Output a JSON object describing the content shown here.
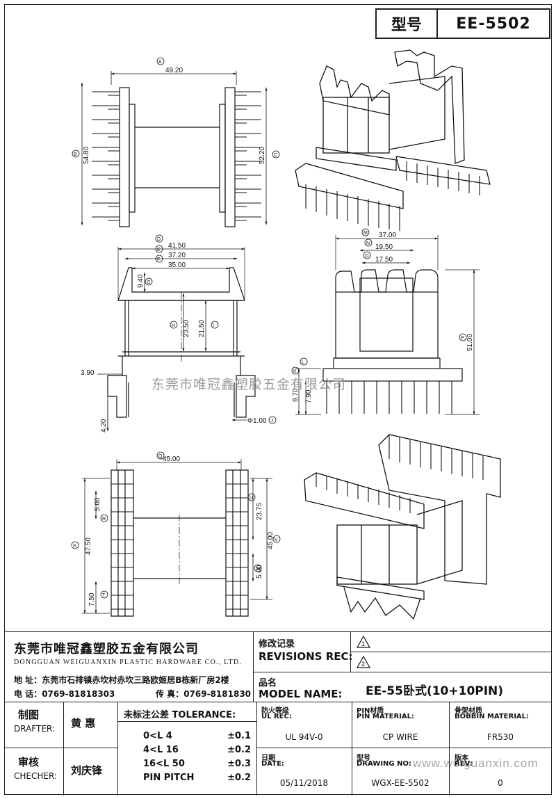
{
  "header": {
    "model_label": "型号",
    "model_value": "EE-5502"
  },
  "dims": {
    "top_left": {
      "A": "A",
      "a_val": "49.20",
      "B": "B",
      "b_val": "54.80",
      "C": "C",
      "c_val": "52.20"
    },
    "front": {
      "D": "D",
      "d_val": "41.50",
      "E": "E",
      "e_val": "37.20",
      "F": "F",
      "f_val": "35.00",
      "G": "G",
      "g_val": "9.40",
      "H": "H",
      "h_val": "23.50",
      "I": "I",
      "i_val": "21.50",
      "left_val": "3.90",
      "bottom_val": "4.20",
      "J": "J",
      "j_val": "Φ1.00"
    },
    "side": {
      "M": "M",
      "m_val": "37.00",
      "N": "N",
      "n_val": "19.50",
      "O": "O",
      "o_val": "17.50",
      "P": "P",
      "p_val": "51.00",
      "K": "K",
      "k_val": "9.70",
      "L": "L",
      "l_val": "7.90"
    },
    "bottom": {
      "Q": "Q",
      "q_val": "45.00",
      "R": "R",
      "r_val": "5.00",
      "S": "S",
      "s_val": "47.50",
      "T": "T",
      "t_val": "7.50",
      "U": "U",
      "u_val": "23.75",
      "V": "V",
      "v_val": "45.00",
      "W": "W",
      "w_val": "5.00"
    }
  },
  "watermark": {
    "cn": "东莞市唯冠鑫塑胶五金有限公司",
    "url": "www.weiguanxin.com"
  },
  "company": {
    "name_cn": "东莞市唯冠鑫塑胶五金有限公司",
    "name_en": "DONGGUAN WEIGUANXIN PLASTIC HARDWARE CO., LTD.",
    "address_label": "地  址：",
    "address": "东莞市石排镇赤坎村赤坎三路欧姬居B栋新厂房2楼",
    "tel_label": "电  话：",
    "tel": "0769-81818303",
    "fax_label": "传  真：",
    "fax": "0769-8181830"
  },
  "revisions": {
    "label_cn": "修改记录",
    "label_en": "REVISIONS REC:",
    "mark1": "1",
    "mark2": "2"
  },
  "model": {
    "label_cn": "品名",
    "label_en": "MODEL NAME:",
    "value": "EE-55卧式(10+10PIN)"
  },
  "drafter": {
    "label_cn": "制图",
    "label_en": "DRAFTER:",
    "name": "黄  惠"
  },
  "checker": {
    "label_cn": "审核",
    "label_en": "CHECHER:",
    "name": "刘庆锋"
  },
  "tolerance": {
    "label": "未标注公差 TOLERANCE:",
    "rows": [
      {
        "range": "0<L  4",
        "val": "±0.1"
      },
      {
        "range": "4<L  16",
        "val": "±0.2"
      },
      {
        "range": "16<L  50",
        "val": "±0.3"
      },
      {
        "range": "PIN PITCH",
        "val": "±0.2"
      }
    ]
  },
  "specs": {
    "ul_cn": "防火等级",
    "ul_en": "UL REC:",
    "ul_val": "UL 94V-0",
    "pin_cn": "PIN材质",
    "pin_en": "PIN MATERIAL:",
    "pin_val": "CP WIRE",
    "bob_cn": "骨架材质",
    "bob_en": "BOBBIN MATERIAL:",
    "bob_val": "FR530",
    "date_cn": "日期",
    "date_en": "DATE:",
    "date_val": "05/11/2018",
    "dwg_cn": "型号",
    "dwg_en": "DRAWING NO:",
    "dwg_val": "WGX-EE-5502",
    "rev_cn": "版本",
    "rev_en": "REV:",
    "rev_val": "0"
  }
}
